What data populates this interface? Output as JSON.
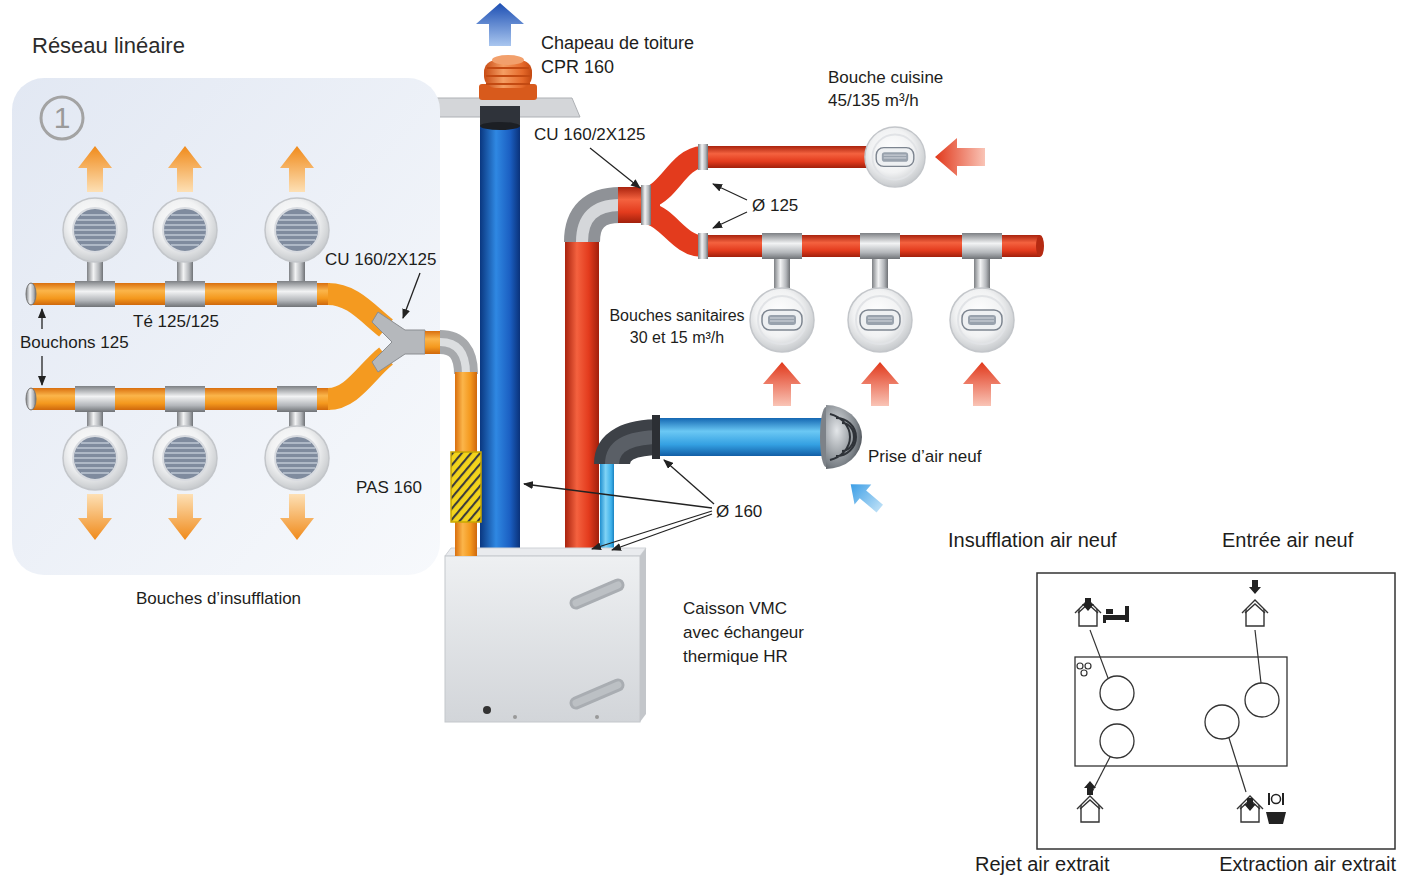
{
  "diagram": {
    "nodes": [
      {
        "text": [
          "Réseau linéaire"
        ]
      },
      {
        "text": [
          "Insufflation air neuf",
          "Entrée air neuf",
          "Rejet air extrait",
          "Extraction air extrait"
        ]
      }
    ],
    "labels": [
      "Chapeau de toiture CPR 160",
      "1",
      "Bouche cuisine 45/135 m³/h",
      "CU 160/2X125",
      "Ø 125",
      "CU 160/2X125",
      "Bouches sanitaires 30 et 15 m³/h",
      "Té 125/125",
      "Bouchons 125",
      "Prise d’air neuf",
      "PAS 160",
      "Ø 160",
      "Bouches d’insufflation",
      "Caisson VMC avec échangeur thermique HR"
    ]
  }
}
